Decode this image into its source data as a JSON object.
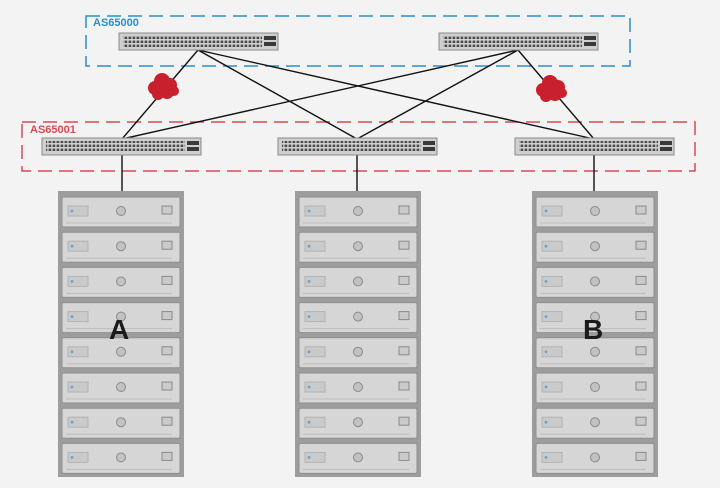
{
  "groups": {
    "spine": {
      "label": "AS65000",
      "color": "#2b8fc9"
    },
    "leaf": {
      "label": "AS65001",
      "color": "#d84a55"
    }
  },
  "racks": [
    {
      "id": "rack-left",
      "letter": "A"
    },
    {
      "id": "rack-middle",
      "letter": ""
    },
    {
      "id": "rack-right",
      "letter": "B"
    }
  ],
  "colors": {
    "background": "#f3f3f3",
    "switch_body": "#d0d0d0",
    "rack_body": "#9d9d9d",
    "server_face": "#d6d6d6",
    "link": "#111111",
    "cloud": "#c8202c"
  }
}
